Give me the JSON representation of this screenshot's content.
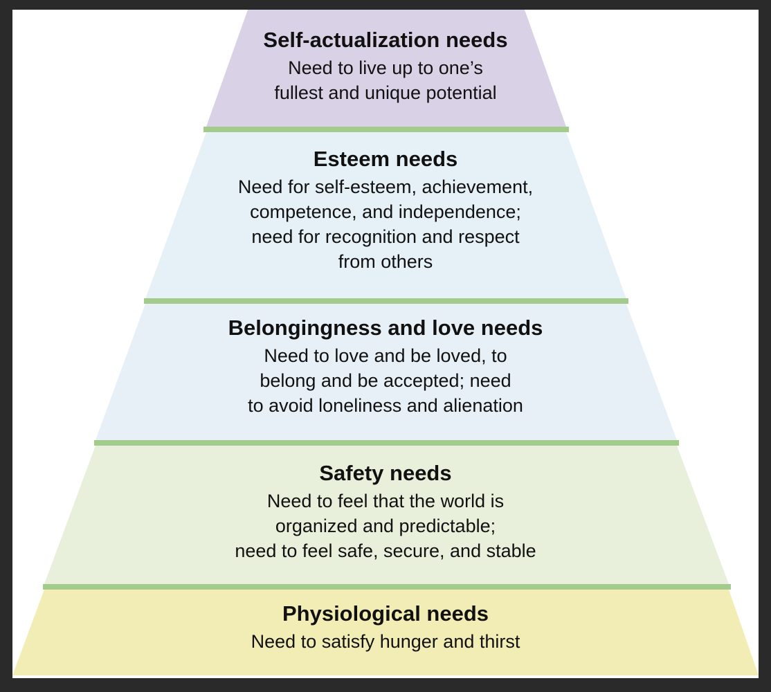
{
  "colors": {
    "divider": "#a3cc8c",
    "background": "#ffffff",
    "frame": "#2a2a2a"
  },
  "tiers": [
    {
      "title": "Self-actualization needs",
      "lines": [
        "Need to live up to one’s",
        "fullest and unique potential"
      ],
      "color": "#d9d2e6"
    },
    {
      "title": "Esteem needs",
      "lines": [
        "Need for self-esteem, achievement,",
        "competence, and independence;",
        "need for recognition and respect",
        "from others"
      ],
      "color": "#e6f0f7"
    },
    {
      "title": "Belongingness and love needs",
      "lines": [
        "Need to love and be loved, to",
        "belong and be accepted; need",
        "to avoid loneliness and alienation"
      ],
      "color": "#e8f0f7"
    },
    {
      "title": "Safety needs",
      "lines": [
        "Need to feel that the world is",
        "organized and predictable;",
        "need to feel safe, secure, and stable"
      ],
      "color": "#e8f0dc"
    },
    {
      "title": "Physiological needs",
      "lines": [
        "Need to satisfy hunger and thirst"
      ],
      "color": "#f2edb4"
    }
  ]
}
